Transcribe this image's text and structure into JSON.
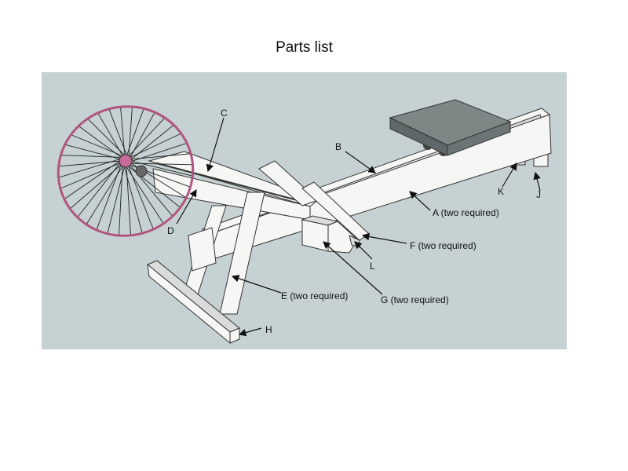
{
  "title": "Parts list",
  "colors": {
    "panel": "#c6d1d3",
    "rim": "#b0557f",
    "seat": "#7e8686"
  },
  "labels": {
    "A": "A (two required)",
    "B": "B",
    "C": "C",
    "D": "D",
    "E": "E (two required)",
    "F": "F (two required)",
    "G": "G (two required)",
    "H": "H",
    "J": "J",
    "K": "K",
    "L": "L"
  }
}
